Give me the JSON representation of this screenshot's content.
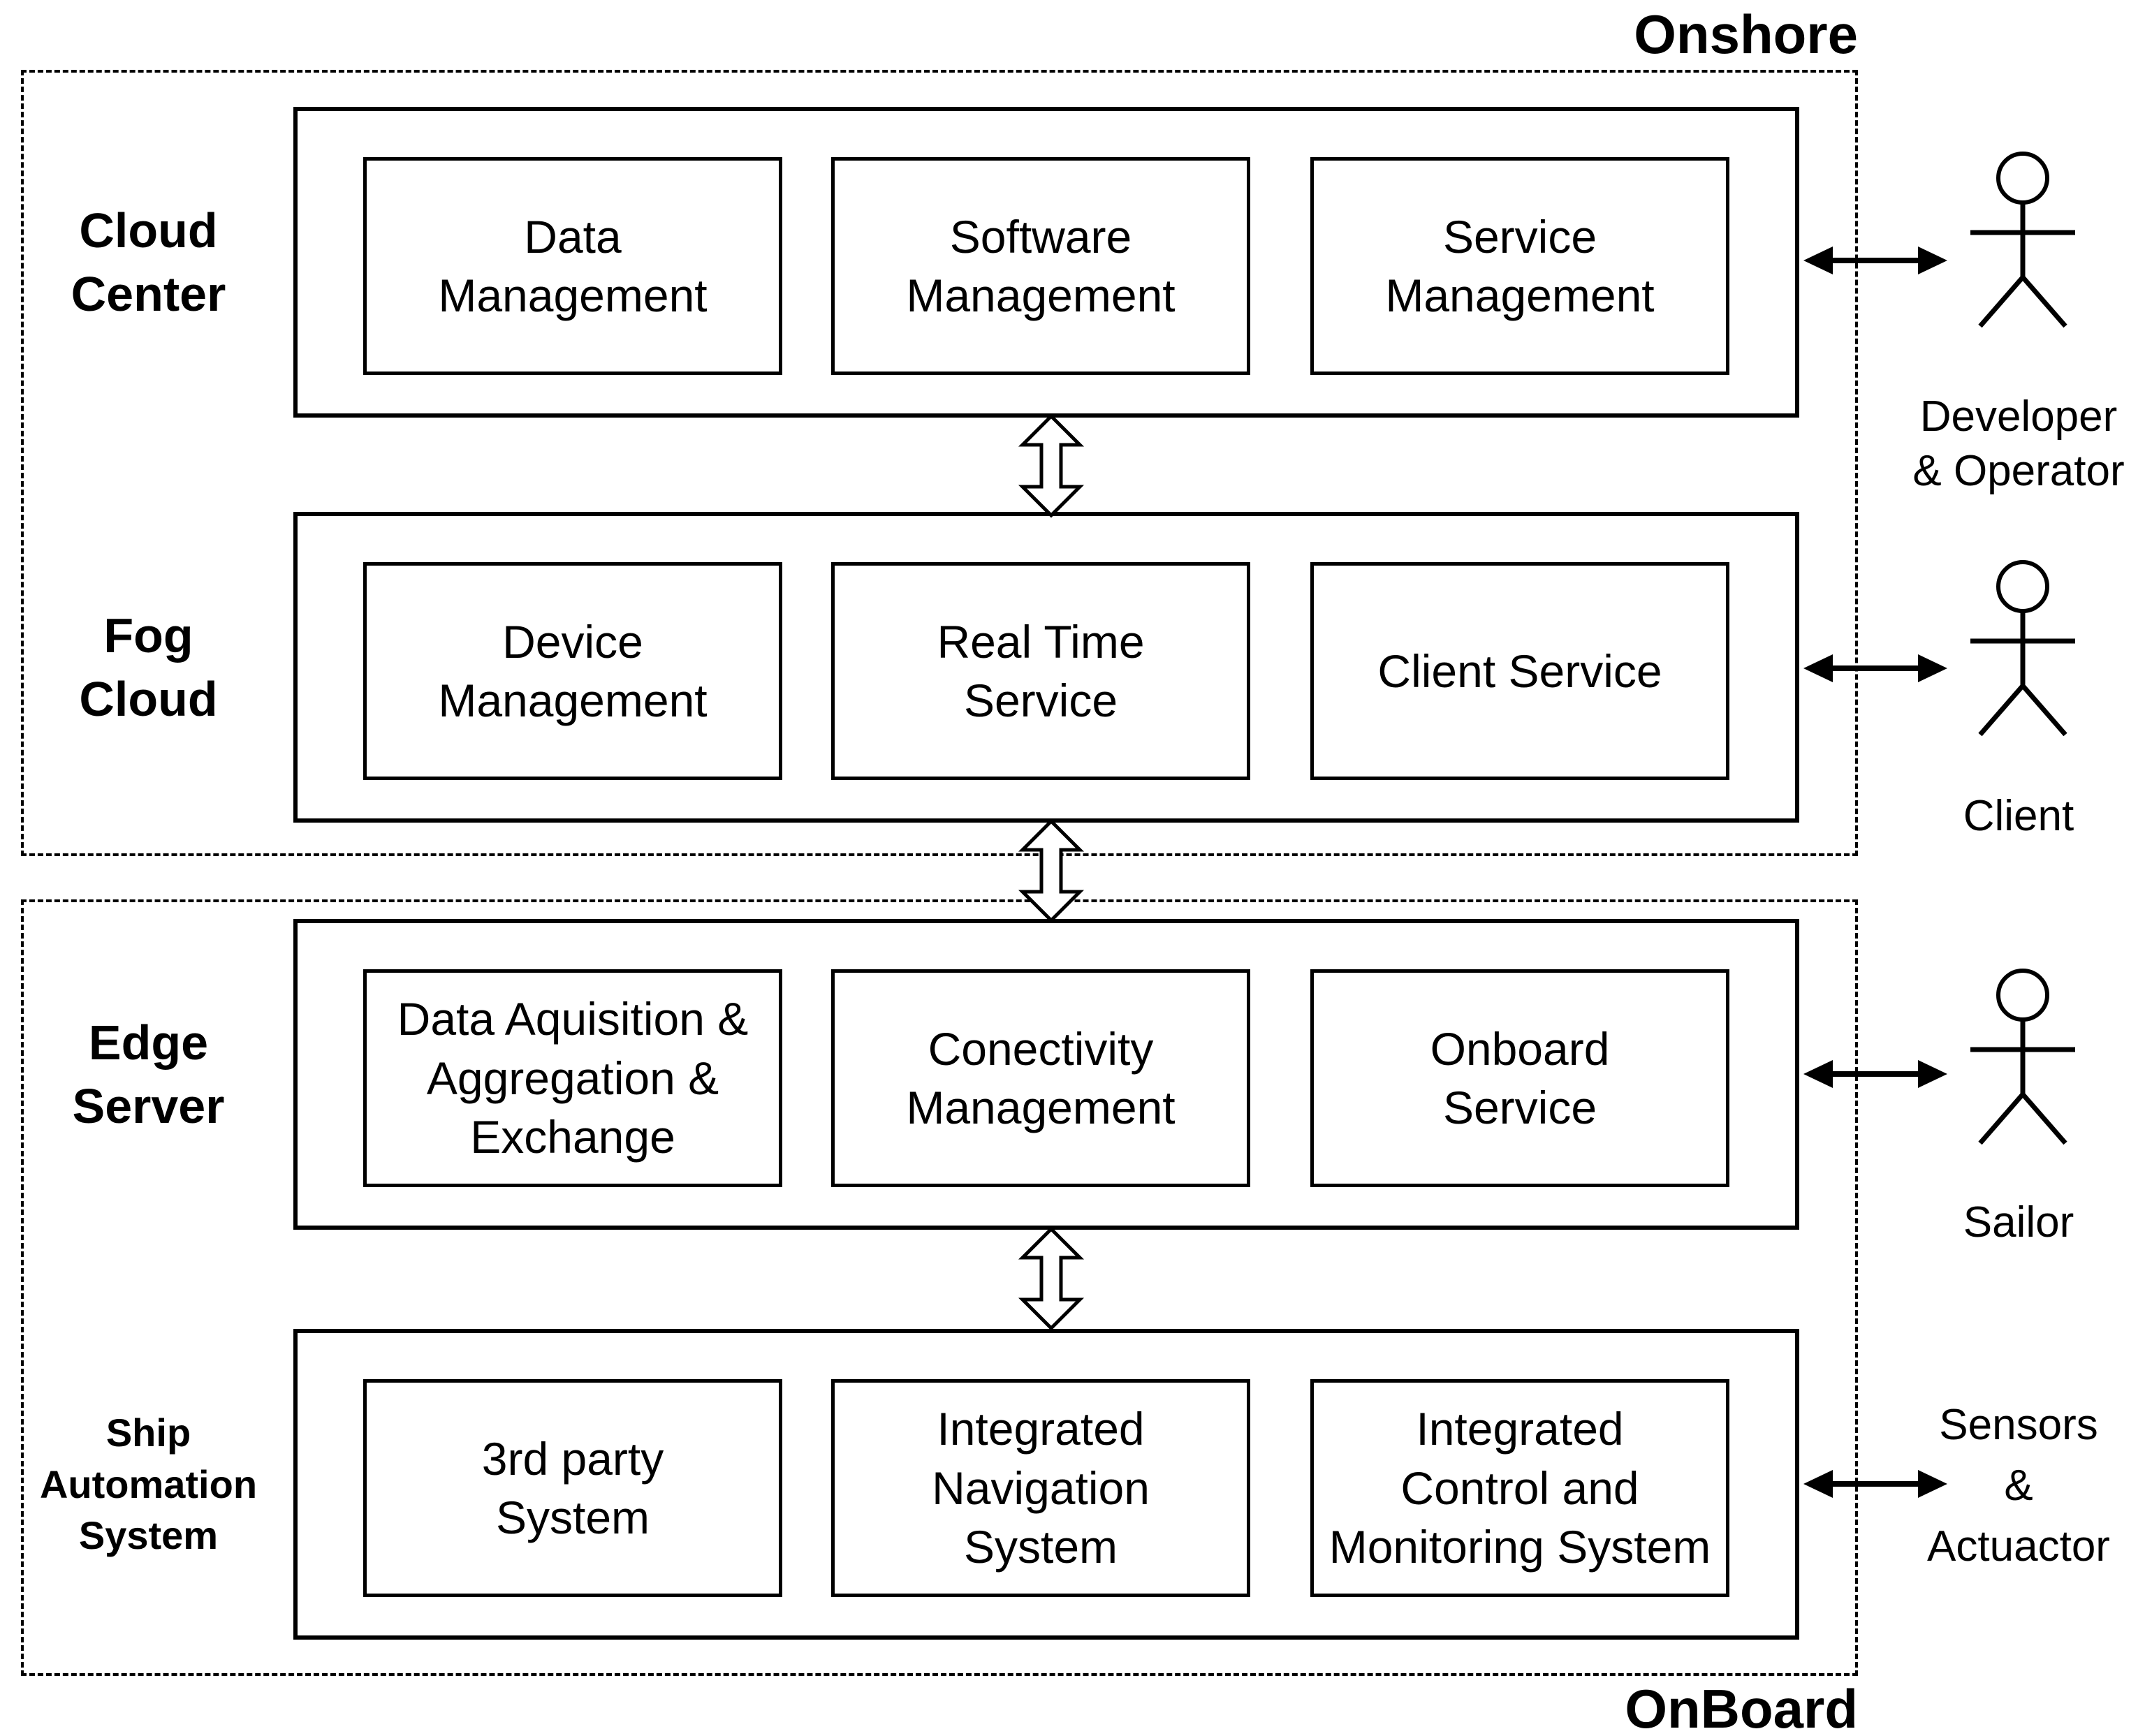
{
  "regions": {
    "onshore": {
      "label": "Onshore"
    },
    "onboard": {
      "label": "OnBoard"
    }
  },
  "layers": [
    {
      "id": "cloud-center",
      "name_lines": [
        "Cloud",
        "Center"
      ],
      "boxes": [
        {
          "lines": [
            "Data",
            "Management"
          ]
        },
        {
          "lines": [
            "Software",
            "Management"
          ]
        },
        {
          "lines": [
            "Service",
            "Management"
          ]
        }
      ]
    },
    {
      "id": "fog-cloud",
      "name_lines": [
        "Fog",
        "Cloud"
      ],
      "boxes": [
        {
          "lines": [
            "Device",
            "Management"
          ]
        },
        {
          "lines": [
            "Real Time",
            "Service"
          ]
        },
        {
          "lines": [
            "Client Service"
          ]
        }
      ]
    },
    {
      "id": "edge-server",
      "name_lines": [
        "Edge",
        "Server"
      ],
      "boxes": [
        {
          "lines": [
            "Data Aquisition &",
            "Aggregation &",
            "Exchange"
          ]
        },
        {
          "lines": [
            "Conectivity",
            "Management"
          ]
        },
        {
          "lines": [
            "Onboard",
            "Service"
          ]
        }
      ]
    },
    {
      "id": "ship-automation-system",
      "name_lines": [
        "Ship",
        "Automation",
        "System"
      ],
      "boxes": [
        {
          "lines": [
            "3rd party",
            "System"
          ]
        },
        {
          "lines": [
            "Integrated",
            "Navigation",
            "System"
          ]
        },
        {
          "lines": [
            "Integrated",
            "Control and",
            "Monitoring System"
          ]
        }
      ]
    }
  ],
  "actors": [
    {
      "id": "developer-operator",
      "lines": [
        "Developer",
        "& Operator"
      ]
    },
    {
      "id": "client",
      "lines": [
        "Client"
      ]
    },
    {
      "id": "sailor",
      "lines": [
        "Sailor"
      ]
    },
    {
      "id": "sensors-actuator",
      "lines": [
        "Sensors",
        "&",
        "Actuactor"
      ]
    }
  ],
  "colors": {
    "line": "#000000",
    "background": "#ffffff"
  }
}
